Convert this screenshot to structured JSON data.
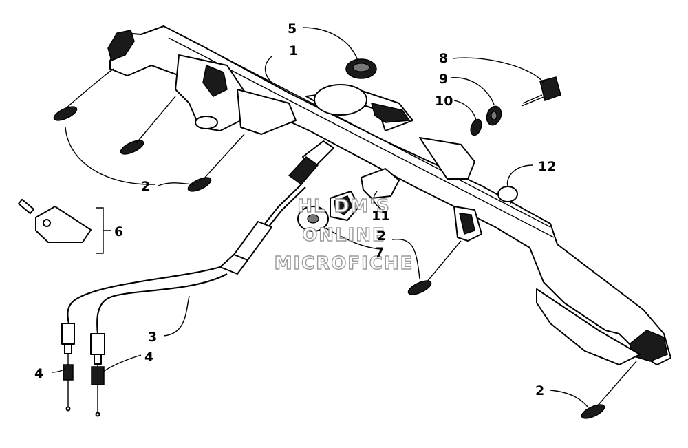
{
  "callouts": {
    "c1": "1",
    "c2a": "2",
    "c2b": "2",
    "c2c": "2",
    "c3": "3",
    "c4a": "4",
    "c4b": "4",
    "c5": "5",
    "c6": "6",
    "c7": "7",
    "c8": "8",
    "c9": "9",
    "c10": "10",
    "c11": "11",
    "c12": "12"
  },
  "watermark": {
    "line1": "HL DM'S",
    "line2": "ONLINE",
    "line3": "MICROFICHE"
  },
  "colors": {
    "ink": "#000000",
    "paper": "#ffffff",
    "watermark_outline": "#9a9a9a"
  },
  "icons": {
    "screw": "screw-icon",
    "spark_plug_cap": "spark-plug-icon",
    "key": "key-icon"
  }
}
